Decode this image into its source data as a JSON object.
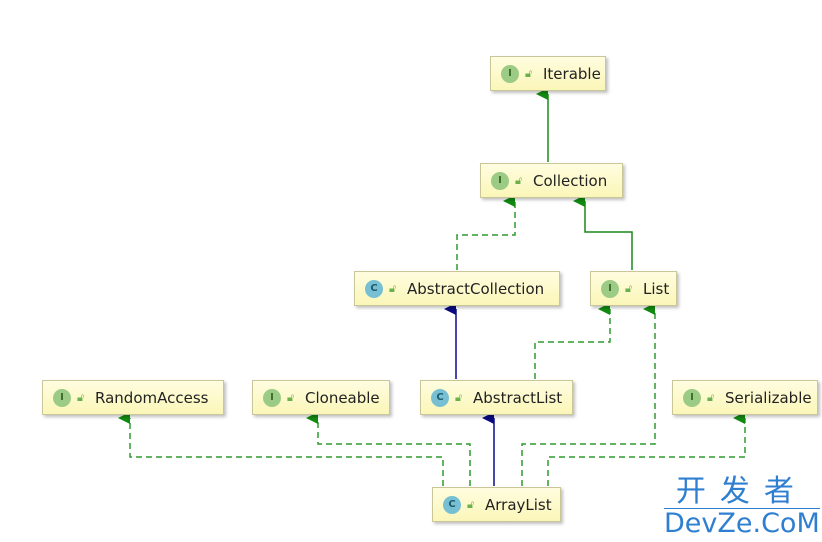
{
  "nodes": [
    {
      "id": "iterable",
      "kind": "I",
      "label": "Iterable"
    },
    {
      "id": "collection",
      "kind": "I",
      "label": "Collection"
    },
    {
      "id": "abstractcollection",
      "kind": "C",
      "label": "AbstractCollection"
    },
    {
      "id": "list",
      "kind": "I",
      "label": "List"
    },
    {
      "id": "randomaccess",
      "kind": "I",
      "label": "RandomAccess"
    },
    {
      "id": "cloneable",
      "kind": "I",
      "label": "Cloneable"
    },
    {
      "id": "abstractlist",
      "kind": "C",
      "label": "AbstractList"
    },
    {
      "id": "serializable",
      "kind": "I",
      "label": "Serializable"
    },
    {
      "id": "arraylist",
      "kind": "C",
      "label": "ArrayList"
    }
  ],
  "edges": [
    {
      "from": "collection",
      "to": "iterable",
      "type": "extends-interface"
    },
    {
      "from": "abstractcollection",
      "to": "collection",
      "type": "implements"
    },
    {
      "from": "list",
      "to": "collection",
      "type": "extends-interface"
    },
    {
      "from": "abstractlist",
      "to": "abstractcollection",
      "type": "extends-class"
    },
    {
      "from": "abstractlist",
      "to": "list",
      "type": "implements"
    },
    {
      "from": "arraylist",
      "to": "abstractlist",
      "type": "extends-class"
    },
    {
      "from": "arraylist",
      "to": "randomaccess",
      "type": "implements"
    },
    {
      "from": "arraylist",
      "to": "cloneable",
      "type": "implements"
    },
    {
      "from": "arraylist",
      "to": "list",
      "type": "implements"
    },
    {
      "from": "arraylist",
      "to": "serializable",
      "type": "implements"
    }
  ],
  "colors": {
    "interface_edge": "#1a8a1a",
    "class_edge": "#0a0a8a",
    "implements_edge": "#2f9a2f"
  },
  "watermark": {
    "cn": "开发者",
    "en": "DevZe.CoM"
  }
}
